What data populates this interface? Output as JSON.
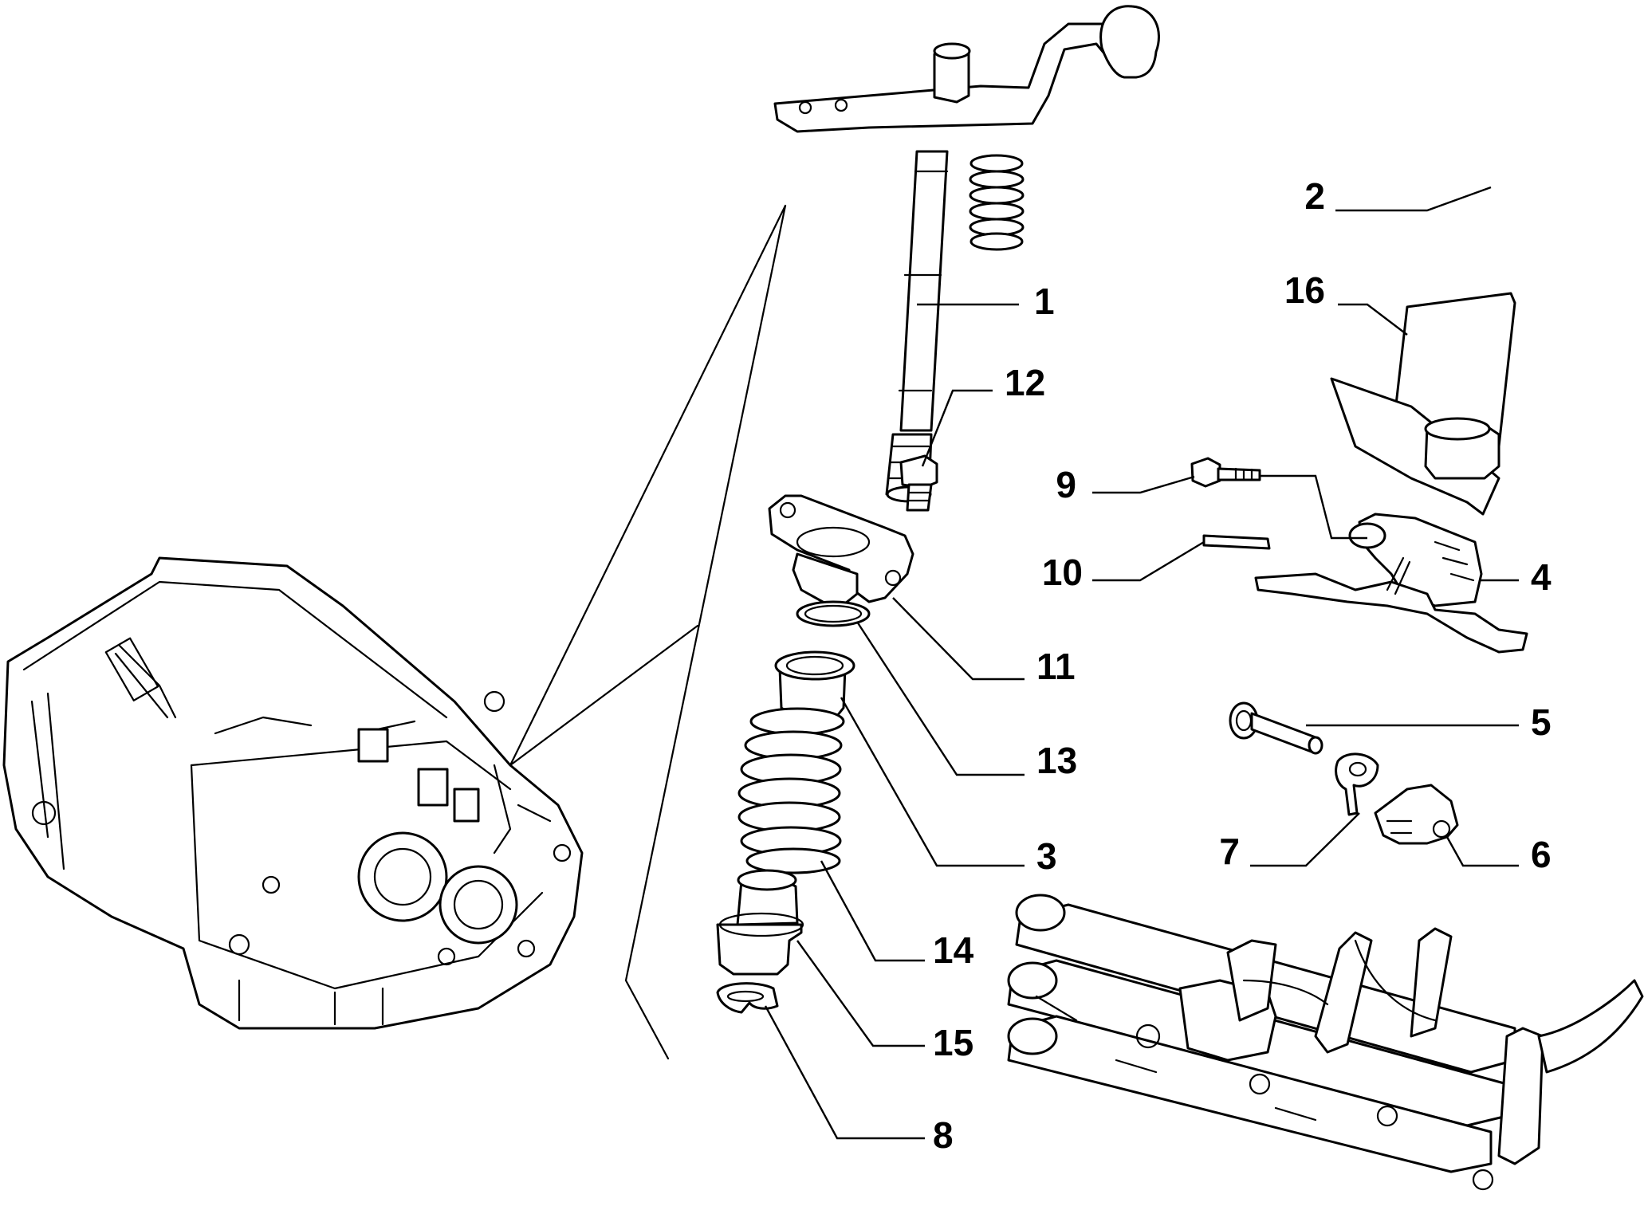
{
  "diagram": {
    "background": "#ffffff",
    "line_color": "#000000",
    "callouts": {
      "c1": "1",
      "c2": "2",
      "c3": "3",
      "c4": "4",
      "c5": "5",
      "c6": "6",
      "c7": "7",
      "c8": "8",
      "c9": "9",
      "c10": "10",
      "c11": "11",
      "c12": "12",
      "c13": "13",
      "c14": "14",
      "c15": "15",
      "c16": "16"
    }
  }
}
